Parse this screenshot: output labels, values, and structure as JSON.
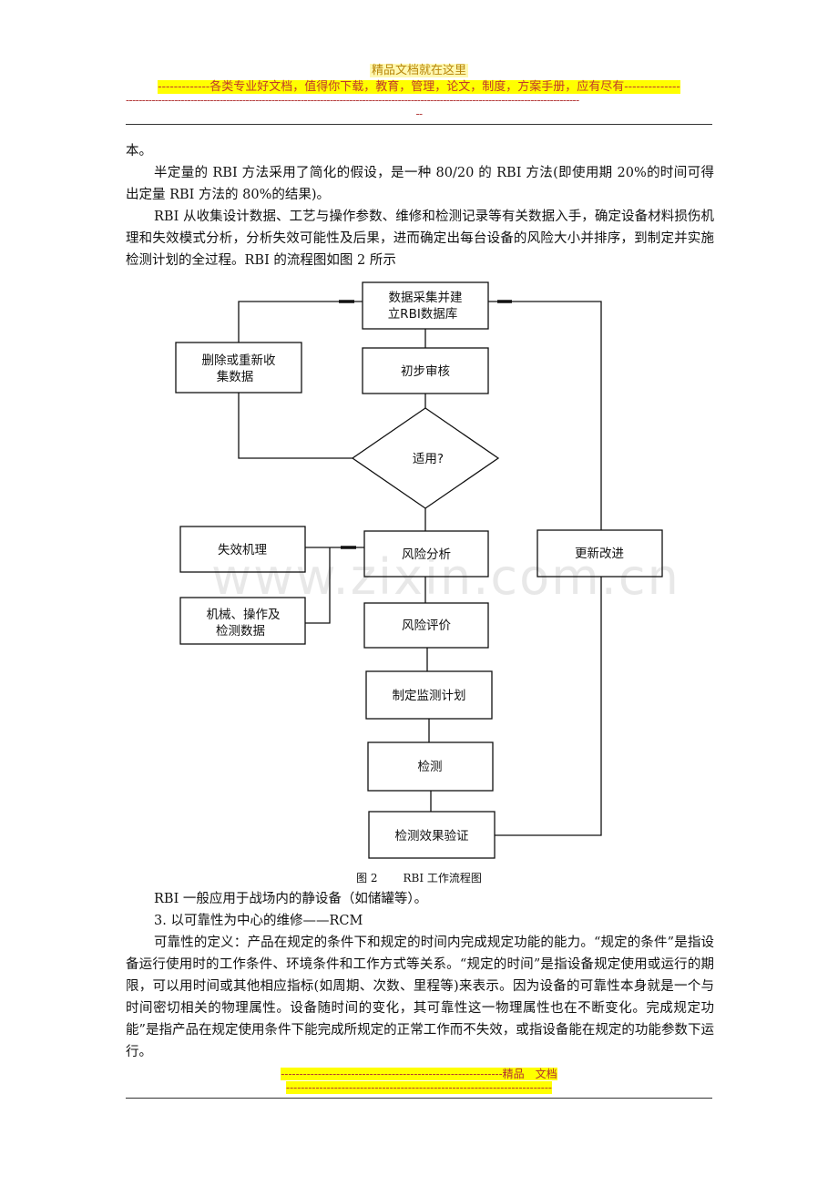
{
  "header": {
    "title": "精品文档就在这里",
    "tagline": "-------------各类专业好文档，值得你下载，教育，管理，论文，制度，方案手册，应有尽有--------------",
    "dash_row": "--------------------------------------------------------------------------------------------------------------------------------------------",
    "dash_tail": "--"
  },
  "body": {
    "p0": "本。",
    "p1": "半定量的 RBI 方法采用了简化的假设，是一种 80/20 的 RBI 方法(即使用期 20%的时间可得出定量 RBI 方法的 80%的结果)。",
    "p2": "RBI 从收集设计数据、工艺与操作参数、维修和检测记录等有关数据入手，确定设备材料损伤机理和失效模式分析，分析失效可能性及后果，进而确定出每台设备的风险大小并排序，到制定并实施检测计划的全过程。RBI 的流程图如图 2 所示",
    "p3": "RBI 一般应用于战场内的静设备（如储罐等）。",
    "p4": "3. 以可靠性为中心的维修——RCM",
    "p5": "可靠性的定义：产品在规定的条件下和规定的时间内完成规定功能的能力。“规定的条件”是指设备运行使用时的工作条件、环境条件和工作方式等关系。“规定的时间”是指设备规定使用或运行的期限，可以用时间或其他相应指标(如周期、次数、里程等)来表示。因为设备的可靠性本身就是一个与时间密切相关的物理属性。设备随时间的变化，其可靠性这一物理属性也在不断变化。完成规定功能”是指产品在规定使用条件下能完成所规定的正常工作而不失效，或指设备能在规定的功能参数下运行。"
  },
  "flowchart": {
    "collect_line1": "数据采集并建",
    "collect_line2": "立RBI数据库",
    "review": "初步审核",
    "applicable": "适用?",
    "delete_line1": "删除或重新收",
    "delete_line2": "集数据",
    "failure_mech": "失效机理",
    "risk_analysis": "风险分析",
    "mech_line1": "机械、操作及",
    "mech_line2": "检测数据",
    "risk_eval": "风险评价",
    "plan": "制定监测计划",
    "inspect": "检测",
    "verify": "检测效果验证",
    "update": "更新改进"
  },
  "caption": {
    "label": "图 2",
    "text": "RBI 工作流程图"
  },
  "watermark": "www.zixin.com.cn",
  "footer": {
    "line1": "------------------------------------------------------------精品　文档",
    "line2": "------------------------------------------------------------------------"
  }
}
